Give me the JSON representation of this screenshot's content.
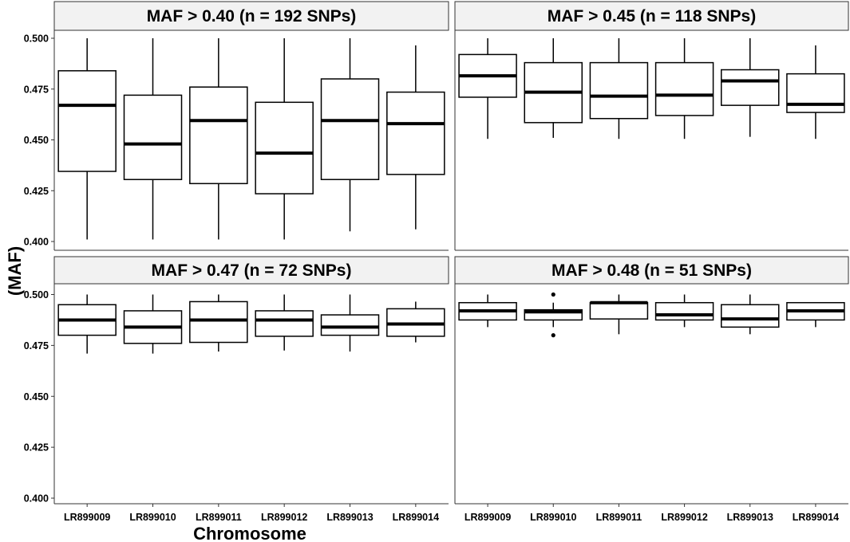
{
  "chart_data": {
    "type": "boxplot",
    "layout": "facet-grid-2x2",
    "xlabel": "Chromosome",
    "ylabel": "(MAF)",
    "ylim": [
      0.4,
      0.5
    ],
    "y_ticks": [
      "0.400",
      "0.425",
      "0.450",
      "0.475",
      "0.500"
    ],
    "grid": false,
    "categories": [
      "LR899009",
      "LR899010",
      "LR899011",
      "LR899012",
      "LR899013",
      "LR899014"
    ],
    "panels": [
      {
        "title": "MAF > 0.40 (n = 192 SNPs)",
        "boxes": [
          {
            "min": 0.401,
            "q1": 0.4345,
            "median": 0.467,
            "q3": 0.484,
            "max": 0.5,
            "outliers": []
          },
          {
            "min": 0.401,
            "q1": 0.4305,
            "median": 0.448,
            "q3": 0.472,
            "max": 0.5,
            "outliers": []
          },
          {
            "min": 0.401,
            "q1": 0.4285,
            "median": 0.4595,
            "q3": 0.476,
            "max": 0.5,
            "outliers": []
          },
          {
            "min": 0.401,
            "q1": 0.4235,
            "median": 0.4435,
            "q3": 0.4685,
            "max": 0.5,
            "outliers": []
          },
          {
            "min": 0.405,
            "q1": 0.4305,
            "median": 0.4595,
            "q3": 0.48,
            "max": 0.5,
            "outliers": []
          },
          {
            "min": 0.406,
            "q1": 0.433,
            "median": 0.458,
            "q3": 0.4735,
            "max": 0.4965,
            "outliers": []
          }
        ]
      },
      {
        "title": "MAF > 0.45 (n = 118 SNPs)",
        "boxes": [
          {
            "min": 0.4505,
            "q1": 0.471,
            "median": 0.4815,
            "q3": 0.492,
            "max": 0.5,
            "outliers": []
          },
          {
            "min": 0.451,
            "q1": 0.4585,
            "median": 0.4735,
            "q3": 0.488,
            "max": 0.5,
            "outliers": []
          },
          {
            "min": 0.4505,
            "q1": 0.4605,
            "median": 0.4715,
            "q3": 0.488,
            "max": 0.5,
            "outliers": []
          },
          {
            "min": 0.4505,
            "q1": 0.462,
            "median": 0.472,
            "q3": 0.488,
            "max": 0.5,
            "outliers": []
          },
          {
            "min": 0.4515,
            "q1": 0.467,
            "median": 0.479,
            "q3": 0.4845,
            "max": 0.5,
            "outliers": []
          },
          {
            "min": 0.4505,
            "q1": 0.4635,
            "median": 0.4675,
            "q3": 0.4825,
            "max": 0.4965,
            "outliers": []
          }
        ]
      },
      {
        "title": "MAF > 0.47 (n = 72 SNPs)",
        "boxes": [
          {
            "min": 0.471,
            "q1": 0.48,
            "median": 0.4875,
            "q3": 0.495,
            "max": 0.5,
            "outliers": []
          },
          {
            "min": 0.471,
            "q1": 0.476,
            "median": 0.484,
            "q3": 0.492,
            "max": 0.5,
            "outliers": []
          },
          {
            "min": 0.472,
            "q1": 0.4765,
            "median": 0.4875,
            "q3": 0.4965,
            "max": 0.5,
            "outliers": []
          },
          {
            "min": 0.4725,
            "q1": 0.4795,
            "median": 0.4875,
            "q3": 0.492,
            "max": 0.5,
            "outliers": []
          },
          {
            "min": 0.472,
            "q1": 0.48,
            "median": 0.484,
            "q3": 0.49,
            "max": 0.5,
            "outliers": []
          },
          {
            "min": 0.4765,
            "q1": 0.4795,
            "median": 0.4855,
            "q3": 0.493,
            "max": 0.4965,
            "outliers": []
          }
        ]
      },
      {
        "title": "MAF > 0.48 (n = 51 SNPs)",
        "boxes": [
          {
            "min": 0.484,
            "q1": 0.4875,
            "median": 0.492,
            "q3": 0.496,
            "max": 0.5,
            "outliers": []
          },
          {
            "min": 0.484,
            "q1": 0.4875,
            "median": 0.4915,
            "q3": 0.4925,
            "max": 0.496,
            "outliers": [
              0.5,
              0.48
            ]
          },
          {
            "min": 0.4805,
            "q1": 0.488,
            "median": 0.496,
            "q3": 0.496,
            "max": 0.5,
            "outliers": []
          },
          {
            "min": 0.484,
            "q1": 0.4875,
            "median": 0.49,
            "q3": 0.496,
            "max": 0.5,
            "outliers": []
          },
          {
            "min": 0.4805,
            "q1": 0.484,
            "median": 0.488,
            "q3": 0.495,
            "max": 0.5,
            "outliers": []
          },
          {
            "min": 0.484,
            "q1": 0.4875,
            "median": 0.492,
            "q3": 0.496,
            "max": 0.496,
            "outliers": []
          }
        ]
      }
    ]
  }
}
